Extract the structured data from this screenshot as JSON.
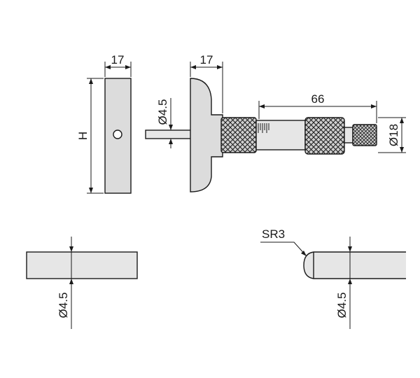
{
  "dimensions": {
    "block_width": "17",
    "block_height": "H",
    "base_width": "17",
    "rod_diameter": "Ø4.5",
    "spindle_length": "66",
    "thimble_diameter": "Ø18",
    "flat_rod_diameter": "Ø4.5",
    "spherical_radius": "SR3",
    "round_rod_diameter": "Ø4.5"
  },
  "colors": {
    "line": "#1a1a1a",
    "fill": "#dcdcdc",
    "background": "#ffffff"
  }
}
